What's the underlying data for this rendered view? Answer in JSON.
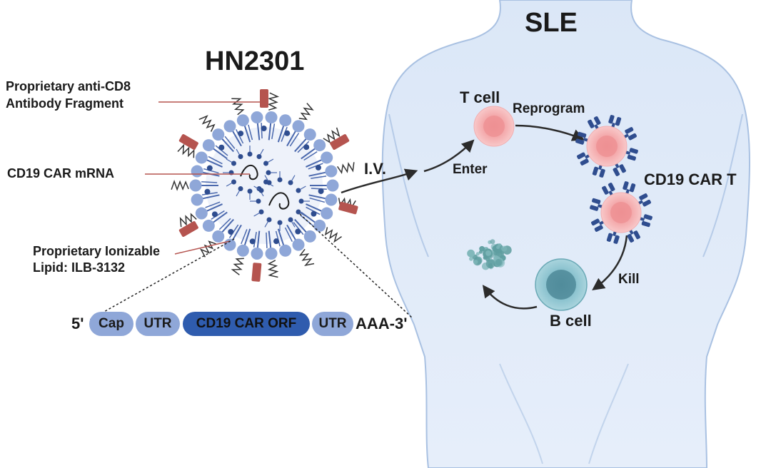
{
  "left_panel": {
    "title": "HN2301",
    "labels": {
      "antibody": [
        "Proprietary anti-CD8",
        "Antibody Fragment"
      ],
      "mrna": "CD19 CAR mRNA",
      "lipid": [
        "Proprietary Ionizable",
        "Lipid: ILB-3132"
      ]
    },
    "construct": {
      "prefix": "5'",
      "segments": [
        "Cap",
        "UTR",
        "CD19 CAR ORF",
        "UTR"
      ],
      "suffix": "AAA-3'"
    }
  },
  "route_label": "I.V.",
  "right_panel": {
    "title": "SLE",
    "steps": {
      "t_cell": "T cell",
      "enter": "Enter",
      "reprogram": "Reprogram",
      "car_t": "CD19 CAR T",
      "kill": "Kill",
      "b_cell": "B cell"
    }
  },
  "colors": {
    "lipid_head": "#8fa7d8",
    "lipid_dark": "#2f4d8f",
    "antibody": "#b5544f",
    "body_fill": "#dce8f7",
    "body_stroke": "#a8c0e0",
    "t_cell": "#f4b6b8",
    "b_cell": "#7fb7c4",
    "debris": "#5f9ea0"
  }
}
